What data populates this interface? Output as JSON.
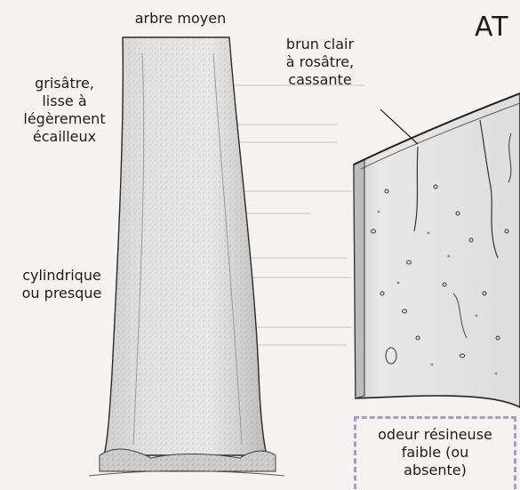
{
  "figure": {
    "title": "AT",
    "labels": {
      "tree_size": "arbre moyen",
      "bark_surface": "grisâtre,\nlisse à\nlégèrement\nécailleux",
      "trunk_shape": "cylindrique\nou presque",
      "inner_bark": "brun clair\nà rosâtre,\ncassante",
      "smell": "odeur résineuse\nfaible (ou\nabsente)"
    },
    "colors": {
      "page_background": "#f4f3f1",
      "box_border": "#a79bc8",
      "ink": "#1d1d1d"
    },
    "icons": {
      "trunk": "tree-trunk-illustration",
      "bark": "bark-piece-illustration"
    }
  }
}
